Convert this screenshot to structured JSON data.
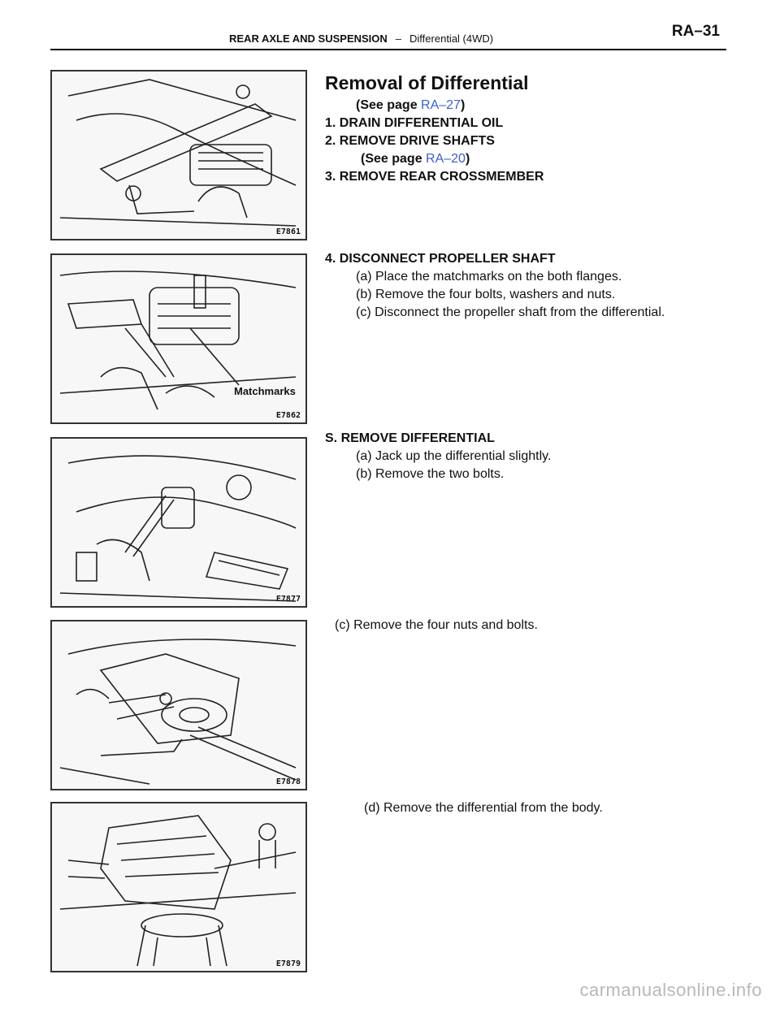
{
  "header": {
    "section": "REAR AXLE AND SUSPENSION",
    "separator": "–",
    "subsection": "Differential (4WD)",
    "page_number": "RA–31"
  },
  "figures": {
    "fig1": {
      "code": "E7861"
    },
    "fig2": {
      "code": "E7862",
      "label": "Matchmarks"
    },
    "fig3": {
      "code": "E7877"
    },
    "fig4": {
      "code": "E7878"
    },
    "fig5": {
      "code": "E7879"
    }
  },
  "content": {
    "title": "Removal of Differential",
    "see_page_1_prefix": "(See page ",
    "see_page_1_link": "RA–27",
    "see_page_1_suffix": ")",
    "step1": "1. DRAIN DIFFERENTIAL OIL",
    "step2": "2. REMOVE DRIVE SHAFTS",
    "see_page_2_prefix": "(See page ",
    "see_page_2_link": "RA–20",
    "see_page_2_suffix": ")",
    "step3": "3. REMOVE REAR CROSSMEMBER",
    "step4": "4. DISCONNECT PROPELLER SHAFT",
    "step4a": "(a) Place the matchmarks on the both flanges.",
    "step4b": "(b) Remove the four bolts, washers and nuts.",
    "step4c": "(c) Disconnect the propeller shaft from the differential.",
    "step5": "S. REMOVE DIFFERENTIAL",
    "step5a": "(a) Jack up the differential slightly.",
    "step5b": "(b) Remove the two bolts.",
    "step5c": "(c) Remove the four nuts and bolts.",
    "step5d": "(d) Remove the differential from the body."
  },
  "watermark": "carmanualsonline.info"
}
